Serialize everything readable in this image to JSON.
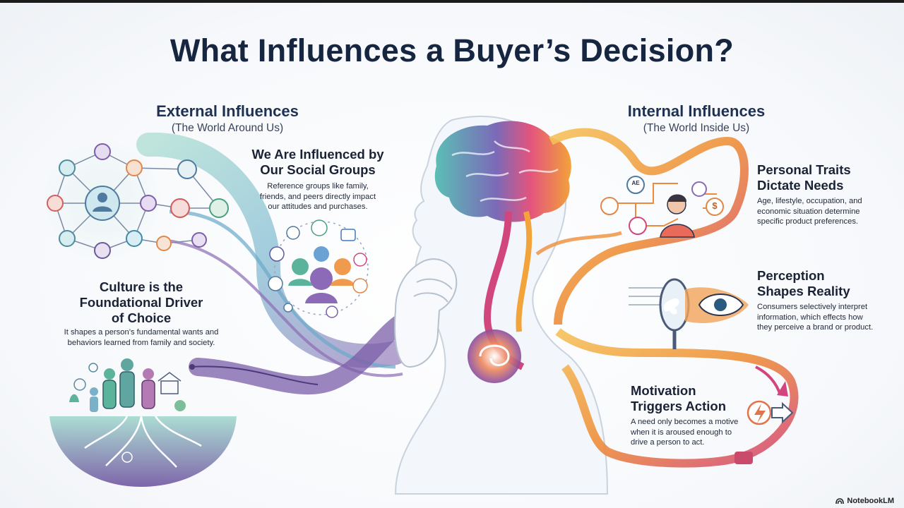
{
  "title": "What Influences a Buyer’s Decision?",
  "external": {
    "heading": "External Influences",
    "subheading": "(The World Around Us)"
  },
  "internal": {
    "heading": "Internal Influences",
    "subheading": "(The World Inside Us)"
  },
  "sections": {
    "social": {
      "title_line1": "We Are Influenced by",
      "title_line2": "Our Social Groups",
      "body_line1": "Reference groups like family,",
      "body_line2": "friends, and peers directly impact",
      "body_line3": "our attitudes and purchases."
    },
    "culture": {
      "title_line1": "Culture is the",
      "title_line2": "Foundational Driver",
      "title_line3": "of Choice",
      "body_line1": "It shapes a person’s fundamental wants and",
      "body_line2": "behaviors learned from family and society."
    },
    "personal": {
      "title_line1": "Personal Traits",
      "title_line2": "Dictate Needs",
      "body_line1": "Age, lifestyle, occupation, and",
      "body_line2": "economic situation determine",
      "body_line3": "specific product preferences."
    },
    "perception": {
      "title_line1": "Perception",
      "title_line2": "Shapes Reality",
      "body_line1": "Consumers selectively interpret",
      "body_line2": "information, which effects how",
      "body_line3": "they perceive a brand or product."
    },
    "motivation": {
      "title_line1": "Motivation",
      "title_line2": "Triggers Action",
      "body_line1": "A need only becomes a motive",
      "body_line2": "when it is aroused enough to",
      "body_line3": "drive a person to act."
    }
  },
  "icons": {
    "ae_badge": "AE",
    "dollar": "$"
  },
  "brand": {
    "label": "NotebookLM"
  },
  "colors": {
    "title": "#172640",
    "teal": "#4fb3b0",
    "purple": "#7b5ea8",
    "orange": "#f2a33a",
    "magenta": "#d1467c",
    "navy": "#1f3152"
  }
}
